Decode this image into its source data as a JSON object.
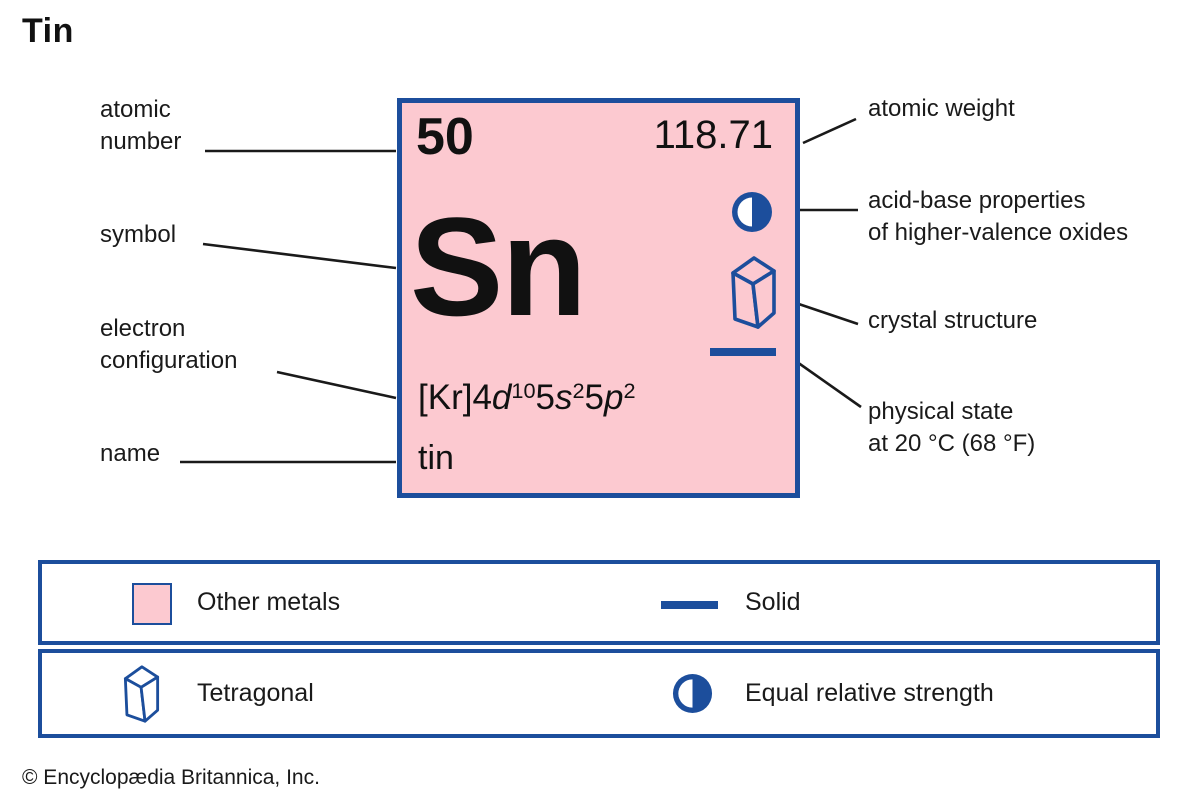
{
  "title": "Tin",
  "element": {
    "atomic_number": "50",
    "atomic_weight": "118.71",
    "symbol": "Sn",
    "name": "tin",
    "electron_configuration": {
      "full": "[Kr]4d105s25p2",
      "segments": {
        "s1": "[Kr]4",
        "s2": "d",
        "s3": "10",
        "s4": "5",
        "s5": "s",
        "s6": "2",
        "s7": "5",
        "s8": "p",
        "s9": "2"
      }
    }
  },
  "callouts": {
    "left": {
      "atomic_number": [
        "atomic",
        "number"
      ],
      "symbol": [
        "symbol"
      ],
      "electron_configuration": [
        "electron",
        "configuration"
      ],
      "name": [
        "name"
      ]
    },
    "right": {
      "atomic_weight": [
        "atomic weight"
      ],
      "acid_base": [
        "acid-base properties",
        "of higher-valence oxides"
      ],
      "crystal_structure": [
        "crystal structure"
      ],
      "physical_state": [
        "physical state",
        "at 20 °C (68 °F)"
      ]
    }
  },
  "icons": {
    "acid_base": "half-filled-circle-icon",
    "crystal_structure": "tetragonal-prism-icon",
    "physical_state": "solid-line-icon"
  },
  "legend": {
    "other_metals": "Other metals",
    "solid": "Solid",
    "tetragonal": "Tetragonal",
    "equal_relative_strength": "Equal relative strength"
  },
  "footer": {
    "copyright": "© Encyclopædia Britannica, Inc."
  },
  "colors": {
    "pink": "#FCC9D0",
    "blue": "#1C4E9C",
    "ink": "#111111"
  }
}
